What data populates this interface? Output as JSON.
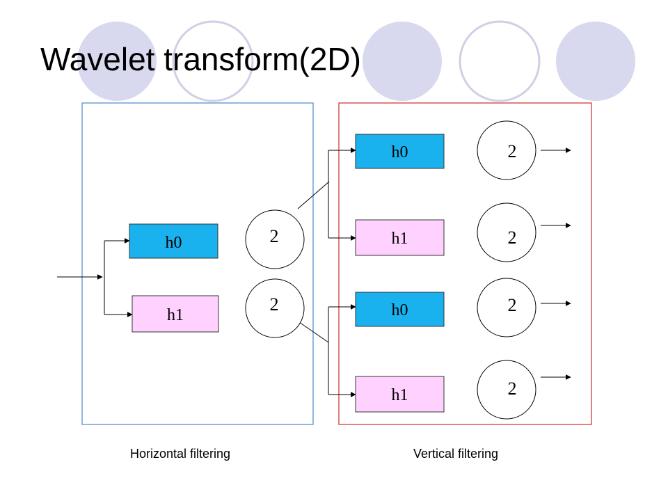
{
  "slide": {
    "title": "Wavelet transform(2D)"
  },
  "colors": {
    "decor_fill": "#d8d8ee",
    "decor_ring": "#cfcfe6",
    "h0_fill": "#1ab2ee",
    "h1_fill": "#ffd1ff",
    "horizontal_frame": "#4a86c8",
    "vertical_frame": "#d02a2a"
  },
  "diagram": {
    "horizontal_stage": {
      "caption": "Horizontal filtering",
      "filters": [
        "h0",
        "h1"
      ],
      "downsamplers": [
        "2",
        "2"
      ]
    },
    "vertical_stage": {
      "caption": "Vertical filtering",
      "filters": [
        "h0",
        "h1",
        "h0",
        "h1"
      ],
      "downsamplers": [
        "2",
        "2",
        "2",
        "2"
      ]
    }
  }
}
